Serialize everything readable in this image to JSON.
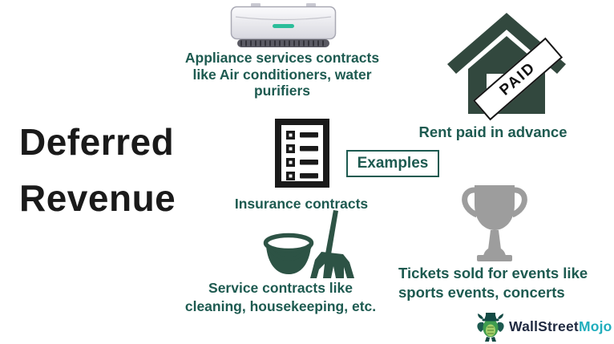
{
  "title": {
    "line1": "Deferred",
    "line2": "Revenue"
  },
  "examples_box": {
    "label": "Examples"
  },
  "items": {
    "appliance": {
      "icon": "air-conditioner-icon",
      "line1": "Appliance services contracts",
      "line2": "like Air conditioners, water",
      "line3": "purifiers"
    },
    "rent": {
      "icon": "house-icon",
      "badge": "PAID",
      "label": "Rent paid in advance"
    },
    "insurance": {
      "icon": "contract-list-icon",
      "label": "Insurance contracts"
    },
    "service": {
      "icon": "cleaning-bucket-broom-icon",
      "line1": "Service contracts like",
      "line2": "cleaning, housekeeping, etc."
    },
    "tickets": {
      "icon": "trophy-icon",
      "line1": "Tickets sold for events like",
      "line2": "sports events, concerts"
    }
  },
  "logo": {
    "icon": "bull-mascot-icon",
    "part1": "WallStreet",
    "part2": "Mojo"
  },
  "colors": {
    "text_teal": "#1D5A50",
    "title_black": "#1A1A1A",
    "house_green": "#32483E",
    "bucket_green": "#2D5345",
    "trophy_gray": "#9D9D9D",
    "ac_indicator_teal": "#2BBD9A",
    "examples_border": "#1D5A50",
    "logo_navy": "#1F2940",
    "logo_teal": "#21AEBD"
  }
}
